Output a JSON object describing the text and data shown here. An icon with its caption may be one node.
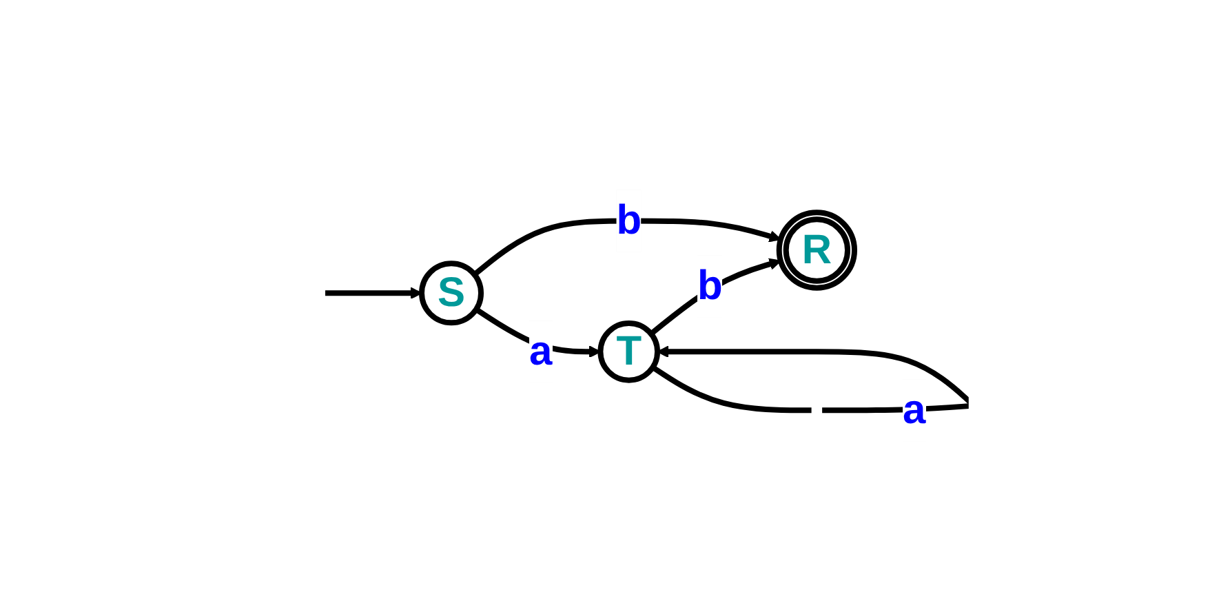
{
  "diagram": {
    "nodes": [
      {
        "text": [
          "S"
        ]
      },
      {
        "text": [
          "T"
        ]
      },
      {
        "text": [
          "R"
        ]
      }
    ],
    "edges": [
      {
        "from": null,
        "to": 0,
        "arrow": "to"
      },
      {
        "from": 0,
        "to": 1,
        "arrow": "to",
        "label": "a"
      },
      {
        "from": 1,
        "to": 1,
        "arrow": "to",
        "label": "a"
      },
      {
        "from": 1,
        "to": 2,
        "arrow": "to",
        "label": "b"
      },
      {
        "from": 0,
        "to": 2,
        "arrow": "to",
        "label": "b"
      }
    ]
  }
}
